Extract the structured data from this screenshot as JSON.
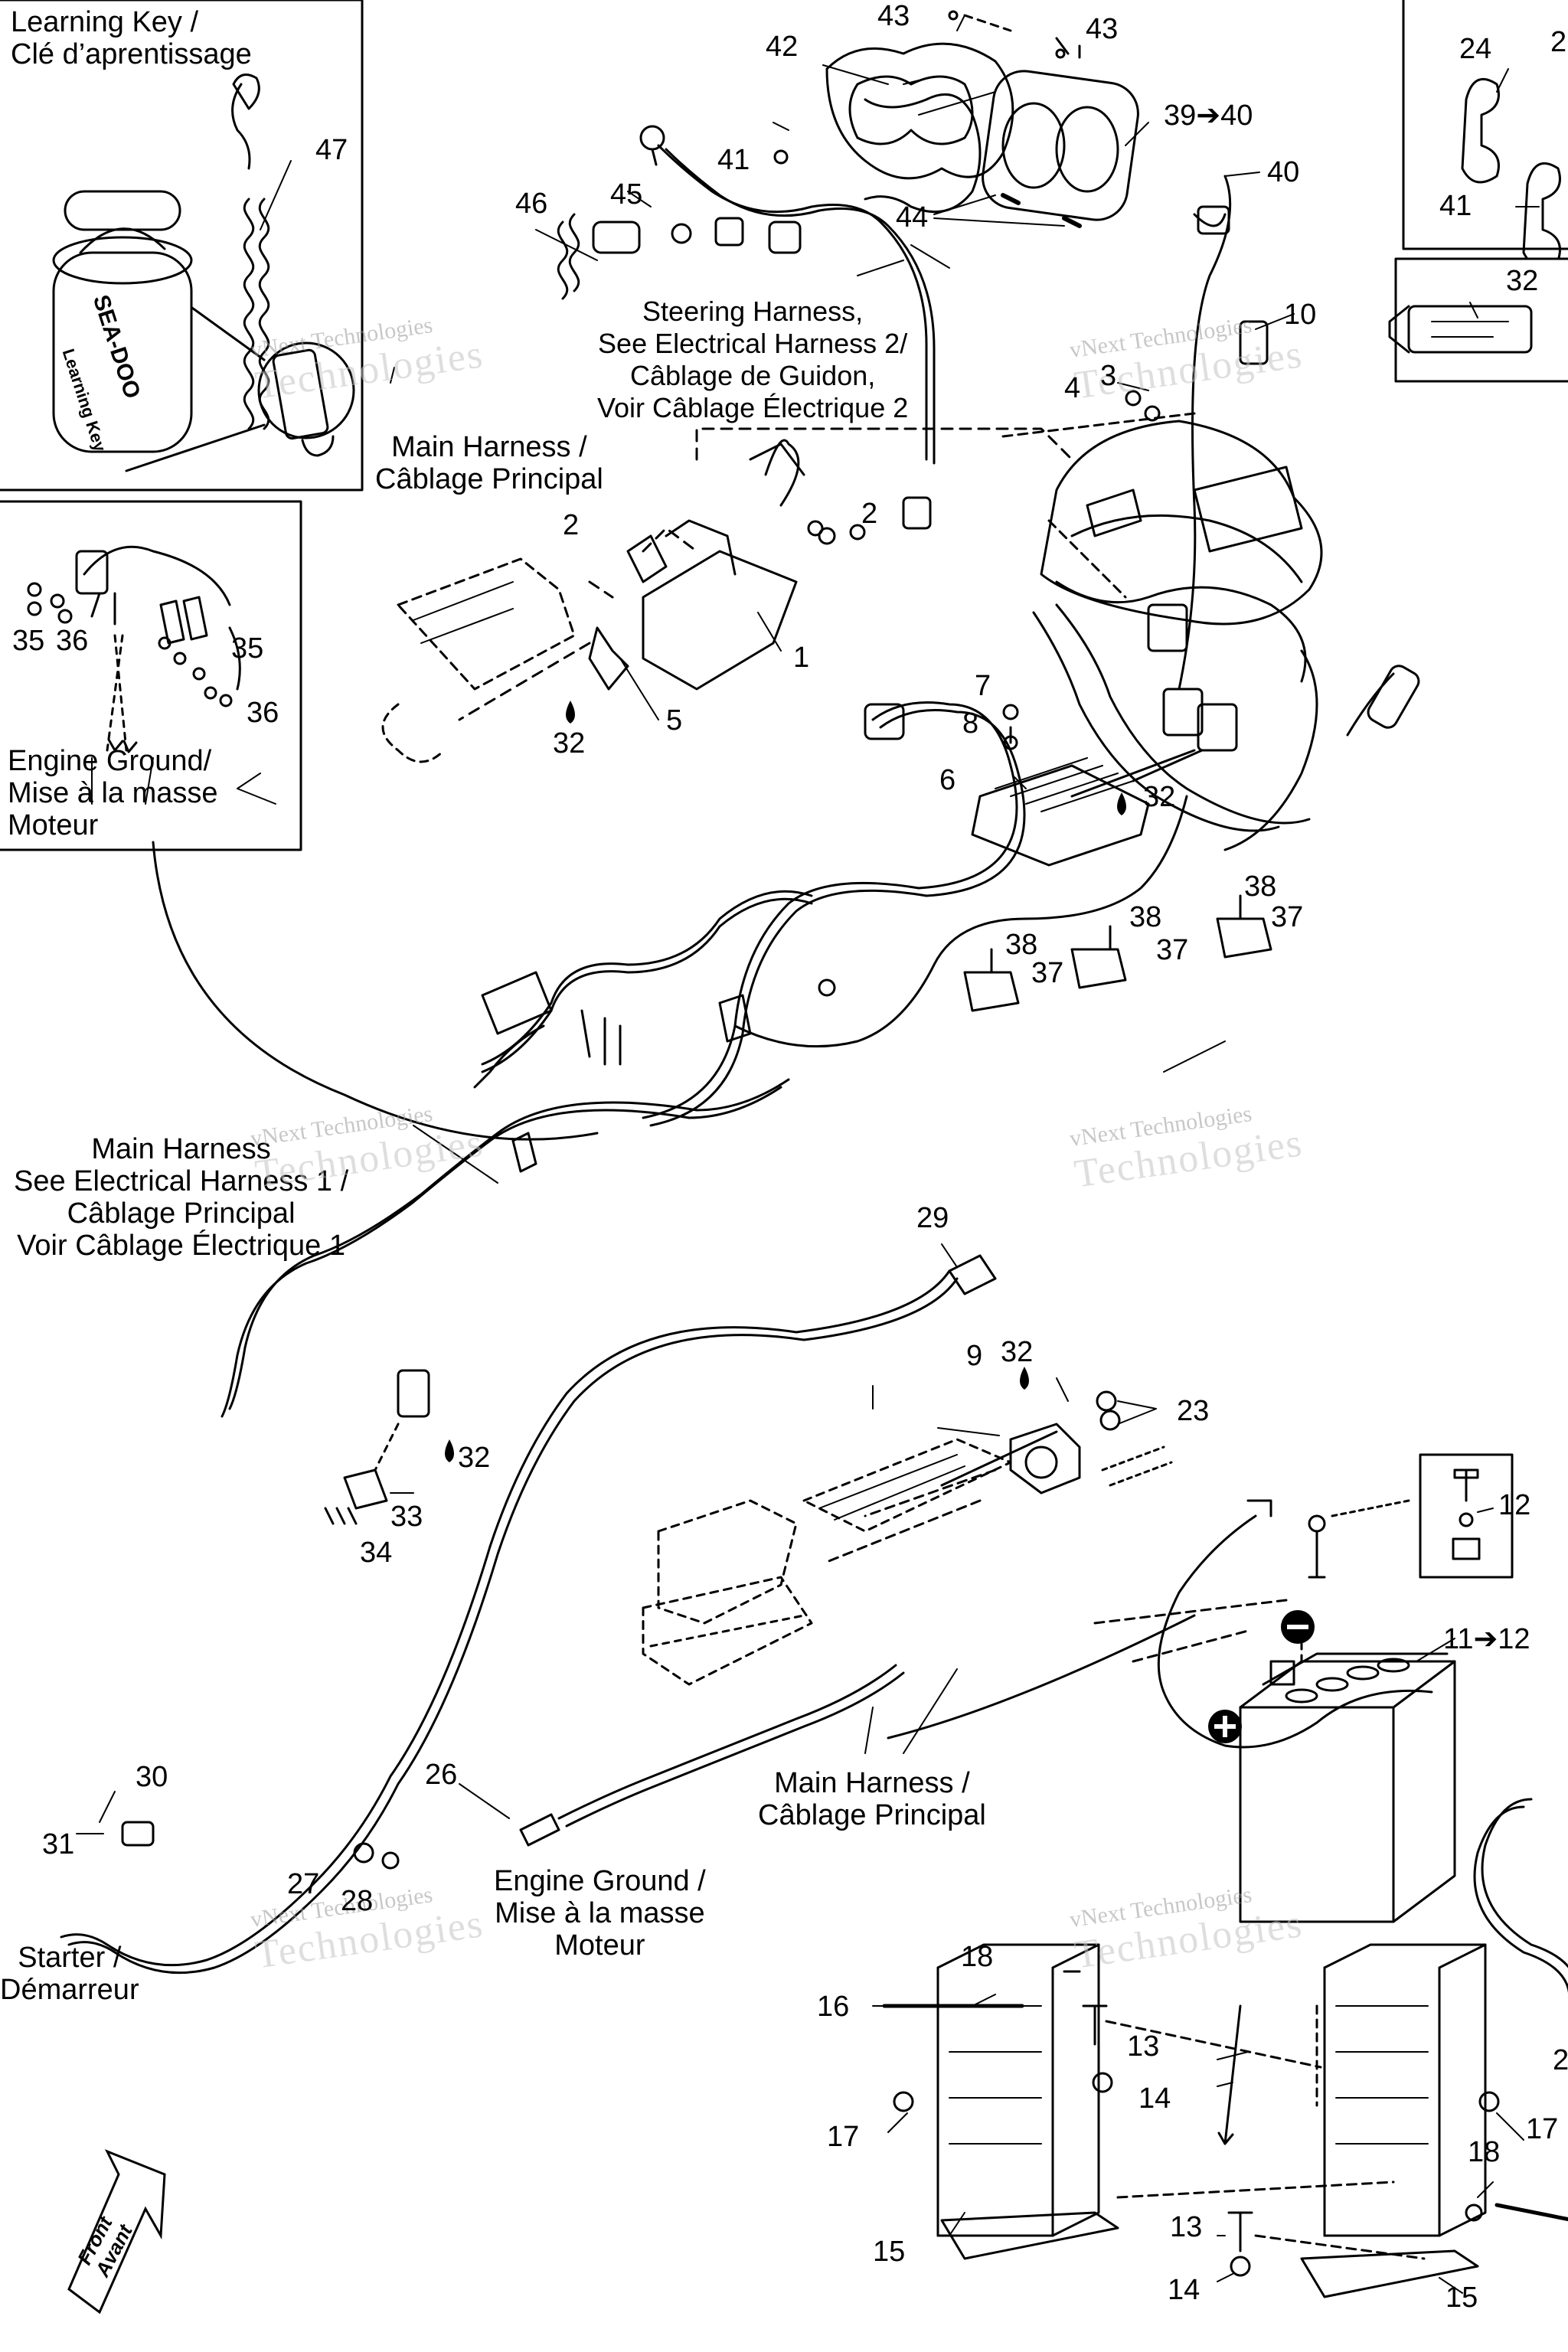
{
  "captions": {
    "learning_key": [
      "Learning Key /",
      "Clé d’aprentissage"
    ],
    "steering_harness": [
      "Steering Harness,",
      "See Electrical Harness 2/",
      "Câblage de Guidon,",
      "Voir Câblage Électrique 2"
    ],
    "main_harness_top": [
      "Main Harness /",
      "Câblage Principal"
    ],
    "engine_ground_left": [
      "Engine Ground/",
      "Mise à la masse",
      "Moteur"
    ],
    "main_harness_mid": [
      "Main Harness",
      "See Electrical Harness 1 /",
      "Câblage Principal",
      "Voir Câblage Électrique 1"
    ],
    "main_harness_bottom": [
      "Main Harness /",
      "Câblage Principal"
    ],
    "engine_ground_bottom": [
      "Engine Ground /",
      "Mise à la masse",
      "Moteur"
    ],
    "starter": [
      "Starter /",
      "Démarreur"
    ],
    "front": [
      "Front",
      "Avant"
    ]
  },
  "watermark": {
    "line1": "vNext Technologies",
    "line2": "Technologies"
  },
  "key_logo_text": "SEA-DOO",
  "key_sub_text": "Learning Key",
  "callouts": {
    "c47": "47",
    "c46": "46",
    "c45": "45",
    "c42": "42",
    "c43a": "43",
    "c43b": "43",
    "c41": "41",
    "c39": "39➔40",
    "c40": "40",
    "c44": "44",
    "c24": "24",
    "c2r": "2",
    "c41r": "41",
    "c32r": "32",
    "c10": "10",
    "c4": "4",
    "c3": "3",
    "c35a": "35",
    "c36a": "36",
    "c35b": "35",
    "c36b": "36",
    "c2a": "2",
    "c2b": "2",
    "c1": "1",
    "c5": "5",
    "c32a": "32",
    "c7": "7",
    "c8": "8",
    "c6": "6",
    "c32b": "32",
    "c38a": "38",
    "c37a": "37",
    "c38b": "38",
    "c37b": "37",
    "c38c": "38",
    "c37c": "37",
    "c29": "29",
    "c9": "9",
    "c32c": "32",
    "c23": "23",
    "c32d": "32",
    "c33": "33",
    "c34": "34",
    "c12": "12",
    "c11": "11➔12",
    "c30": "30",
    "c31": "31",
    "c26": "26",
    "c27": "27",
    "c28": "28",
    "c18a": "18",
    "c16": "16",
    "c13a": "13",
    "c14a": "14",
    "c17a": "17",
    "c15a": "15",
    "c17b": "17",
    "c18b": "18",
    "c13b": "13",
    "c14b": "14",
    "c15b": "15",
    "c2c": "2"
  }
}
